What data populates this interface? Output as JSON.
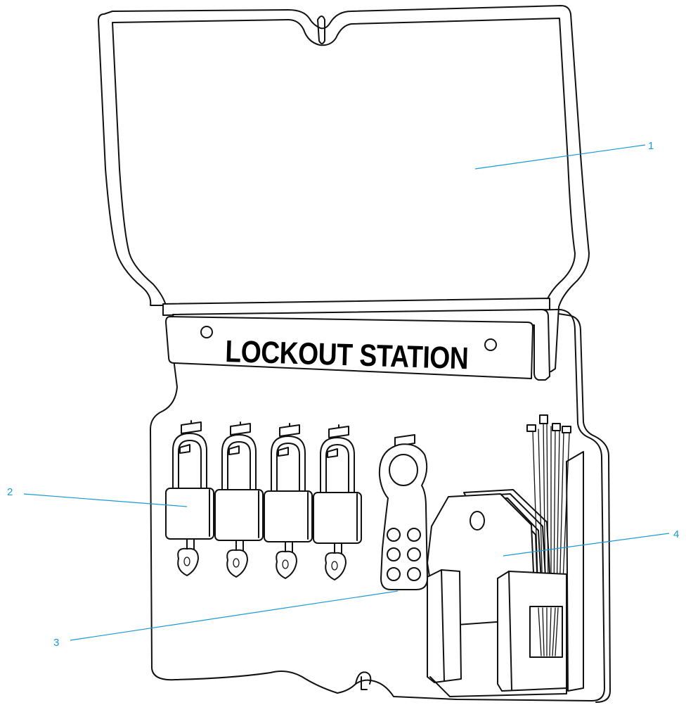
{
  "sign": {
    "title": "LOCKOUT STATION"
  },
  "callouts": [
    {
      "number": "1"
    },
    {
      "number": "2"
    },
    {
      "number": "3"
    },
    {
      "number": "4"
    }
  ],
  "colors": {
    "callout": "#1a9ad6",
    "outline": "#111111",
    "background": "#ffffff"
  }
}
